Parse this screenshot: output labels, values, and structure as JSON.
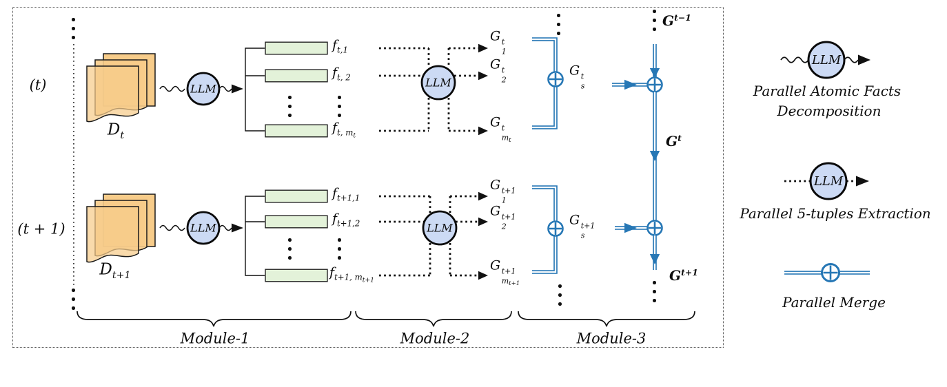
{
  "colors": {
    "document_fill": "#F7CC8A",
    "fact_box_fill": "#E3F2D9",
    "llm_circle_fill": "#CCDAF4",
    "merge_blue": "#2677B5",
    "ink": "#111111"
  },
  "rows": [
    {
      "time": "(t)",
      "doc": {
        "base": "D",
        "sub": "t"
      },
      "llm_decompose": "LLM",
      "llm_extract": "LLM",
      "facts": [
        {
          "base": "f",
          "sub": "t,1"
        },
        {
          "base": "f",
          "sub": "t, 2"
        },
        {
          "base": "f",
          "sub": "t, m",
          "subsub": "t"
        }
      ],
      "graphs": [
        {
          "base": "G",
          "sup": "t",
          "sub": "1"
        },
        {
          "base": "G",
          "sup": "t",
          "sub": "2"
        },
        {
          "base": "G",
          "sup": "t",
          "sub": "m",
          "subsub": "t"
        }
      ],
      "merged": {
        "base": "G",
        "sup": "t",
        "sub": "s"
      }
    },
    {
      "time": "(t + 1)",
      "doc": {
        "base": "D",
        "sub": "t+1"
      },
      "llm_decompose": "LLM",
      "llm_extract": "LLM",
      "facts": [
        {
          "base": "f",
          "sub": "t+1,1"
        },
        {
          "base": "f",
          "sub": "t+1,2"
        },
        {
          "base": "f",
          "sub": "t+1, m",
          "subsub": "t+1"
        }
      ],
      "graphs": [
        {
          "base": "G",
          "sup": "t+1",
          "sub": "1"
        },
        {
          "base": "G",
          "sup": "t+1",
          "sub": "2"
        },
        {
          "base": "G",
          "sup": "t+1",
          "sub": "m",
          "subsub": "t+1"
        }
      ],
      "merged": {
        "base": "G",
        "sup": "t+1",
        "sub": "s"
      }
    }
  ],
  "timeline": {
    "prev": {
      "base": "G",
      "sup": "t−1"
    },
    "current": {
      "base": "G",
      "sup": "t"
    },
    "next": {
      "base": "G",
      "sup": "t+1"
    }
  },
  "modules": [
    "Module-1",
    "Module-2",
    "Module-3"
  ],
  "legend": [
    {
      "llm": "LLM",
      "line1": "Parallel Atomic Facts",
      "line2": "Decomposition"
    },
    {
      "llm": "LLM",
      "line1": "Parallel 5-tuples Extraction"
    },
    {
      "line1": "Parallel Merge"
    }
  ]
}
